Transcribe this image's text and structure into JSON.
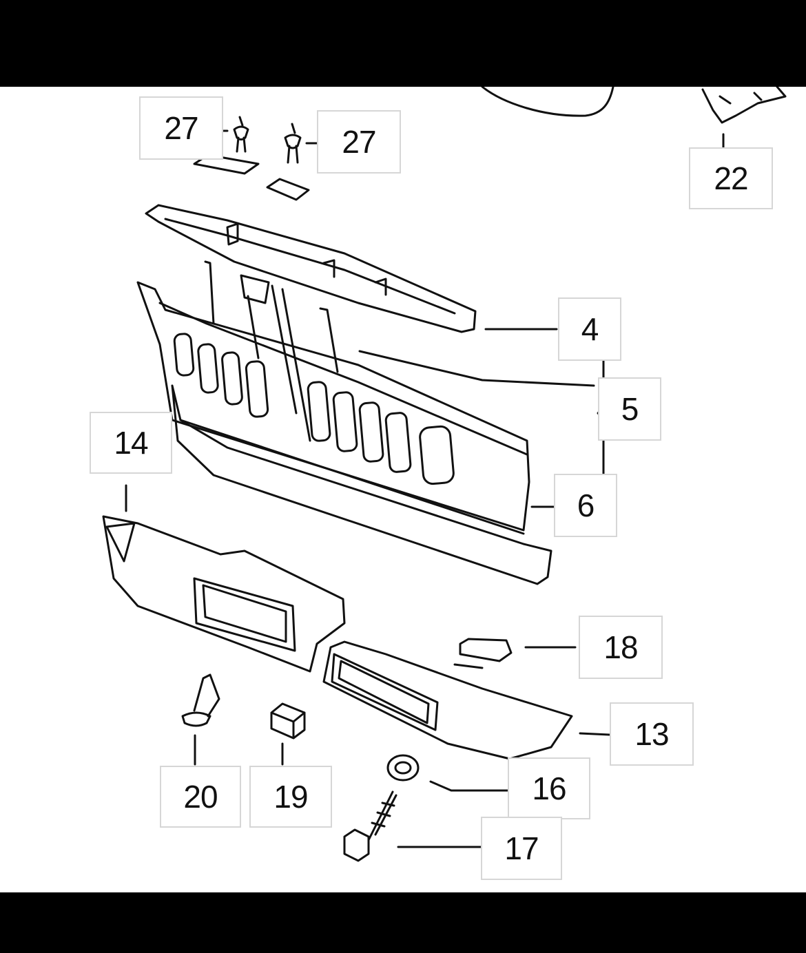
{
  "diagram": {
    "labels": {
      "l27a": "27",
      "l27b": "27",
      "l22": "22",
      "l4": "4",
      "l5": "5",
      "l6": "6",
      "l14": "14",
      "l18": "18",
      "l13": "13",
      "l20": "20",
      "l19": "19",
      "l16": "16",
      "l17": "17"
    }
  }
}
